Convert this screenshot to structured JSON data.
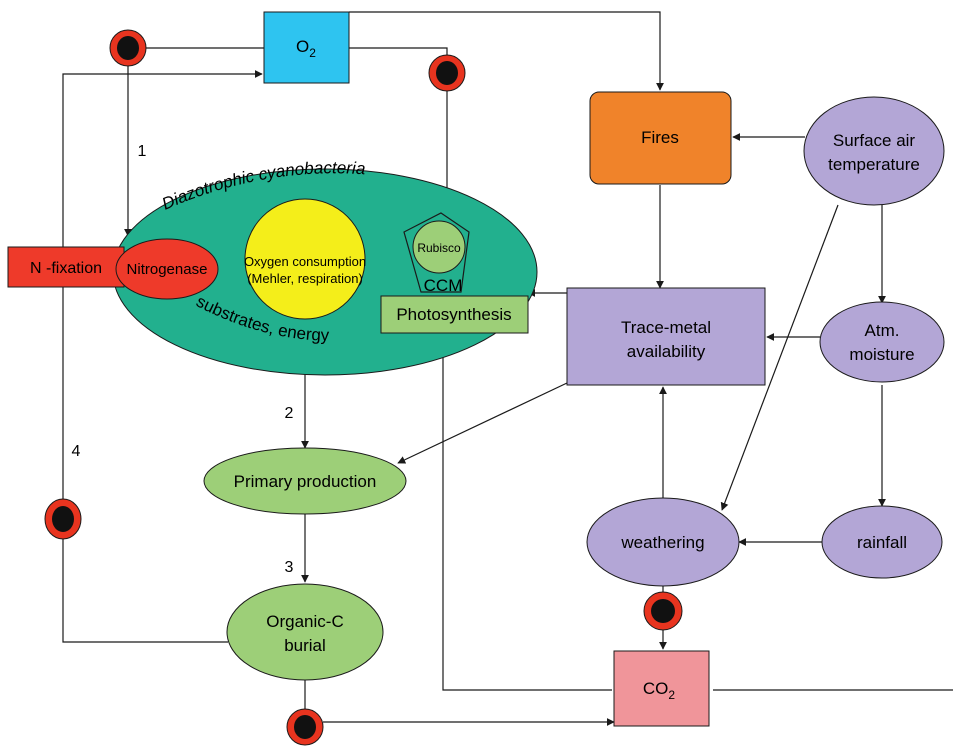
{
  "colors": {
    "o2_box": "#2ec4f0",
    "fires_box": "#f0832a",
    "co2_box": "#f0959a",
    "purple_node": "#b3a6d6",
    "green_node": "#9dcf78",
    "teal_ellipse": "#22b08e",
    "red_node": "#ee3a2a",
    "yellow_node": "#f4ee1a",
    "inhibitor_outer": "#e8341f",
    "inhibitor_inner": "#111111"
  },
  "labels": {
    "o2_main": "O",
    "o2_sub": "2",
    "co2_main": "CO",
    "co2_sub": "2",
    "fires": "Fires",
    "surface_air_line1": "Surface air",
    "surface_air_line2": "temperature",
    "trace_metal_line1": "Trace-metal",
    "trace_metal_line2": "availability",
    "atm_moisture_line1": "Atm.",
    "atm_moisture_line2": "moisture",
    "weathering": "weathering",
    "rainfall": "rainfall",
    "diazotrophic": "Diazotrophic cyanobacteria",
    "n_fixation": "N -fixation",
    "nitrogenase": "Nitrogenase",
    "oxygen_consumption_line1": "Oxygen consumption",
    "oxygen_consumption_line2": "(Mehler, respiration)",
    "rubisco": "Rubisco",
    "ccm": "CCM",
    "photosynthesis": "Photosynthesis",
    "substrates_energy": "substrates, energy",
    "primary_production": "Primary production",
    "organic_c_line1": "Organic-C",
    "organic_c_line2": "burial",
    "num1": "1",
    "num2": "2",
    "num3": "3",
    "num4": "4"
  }
}
